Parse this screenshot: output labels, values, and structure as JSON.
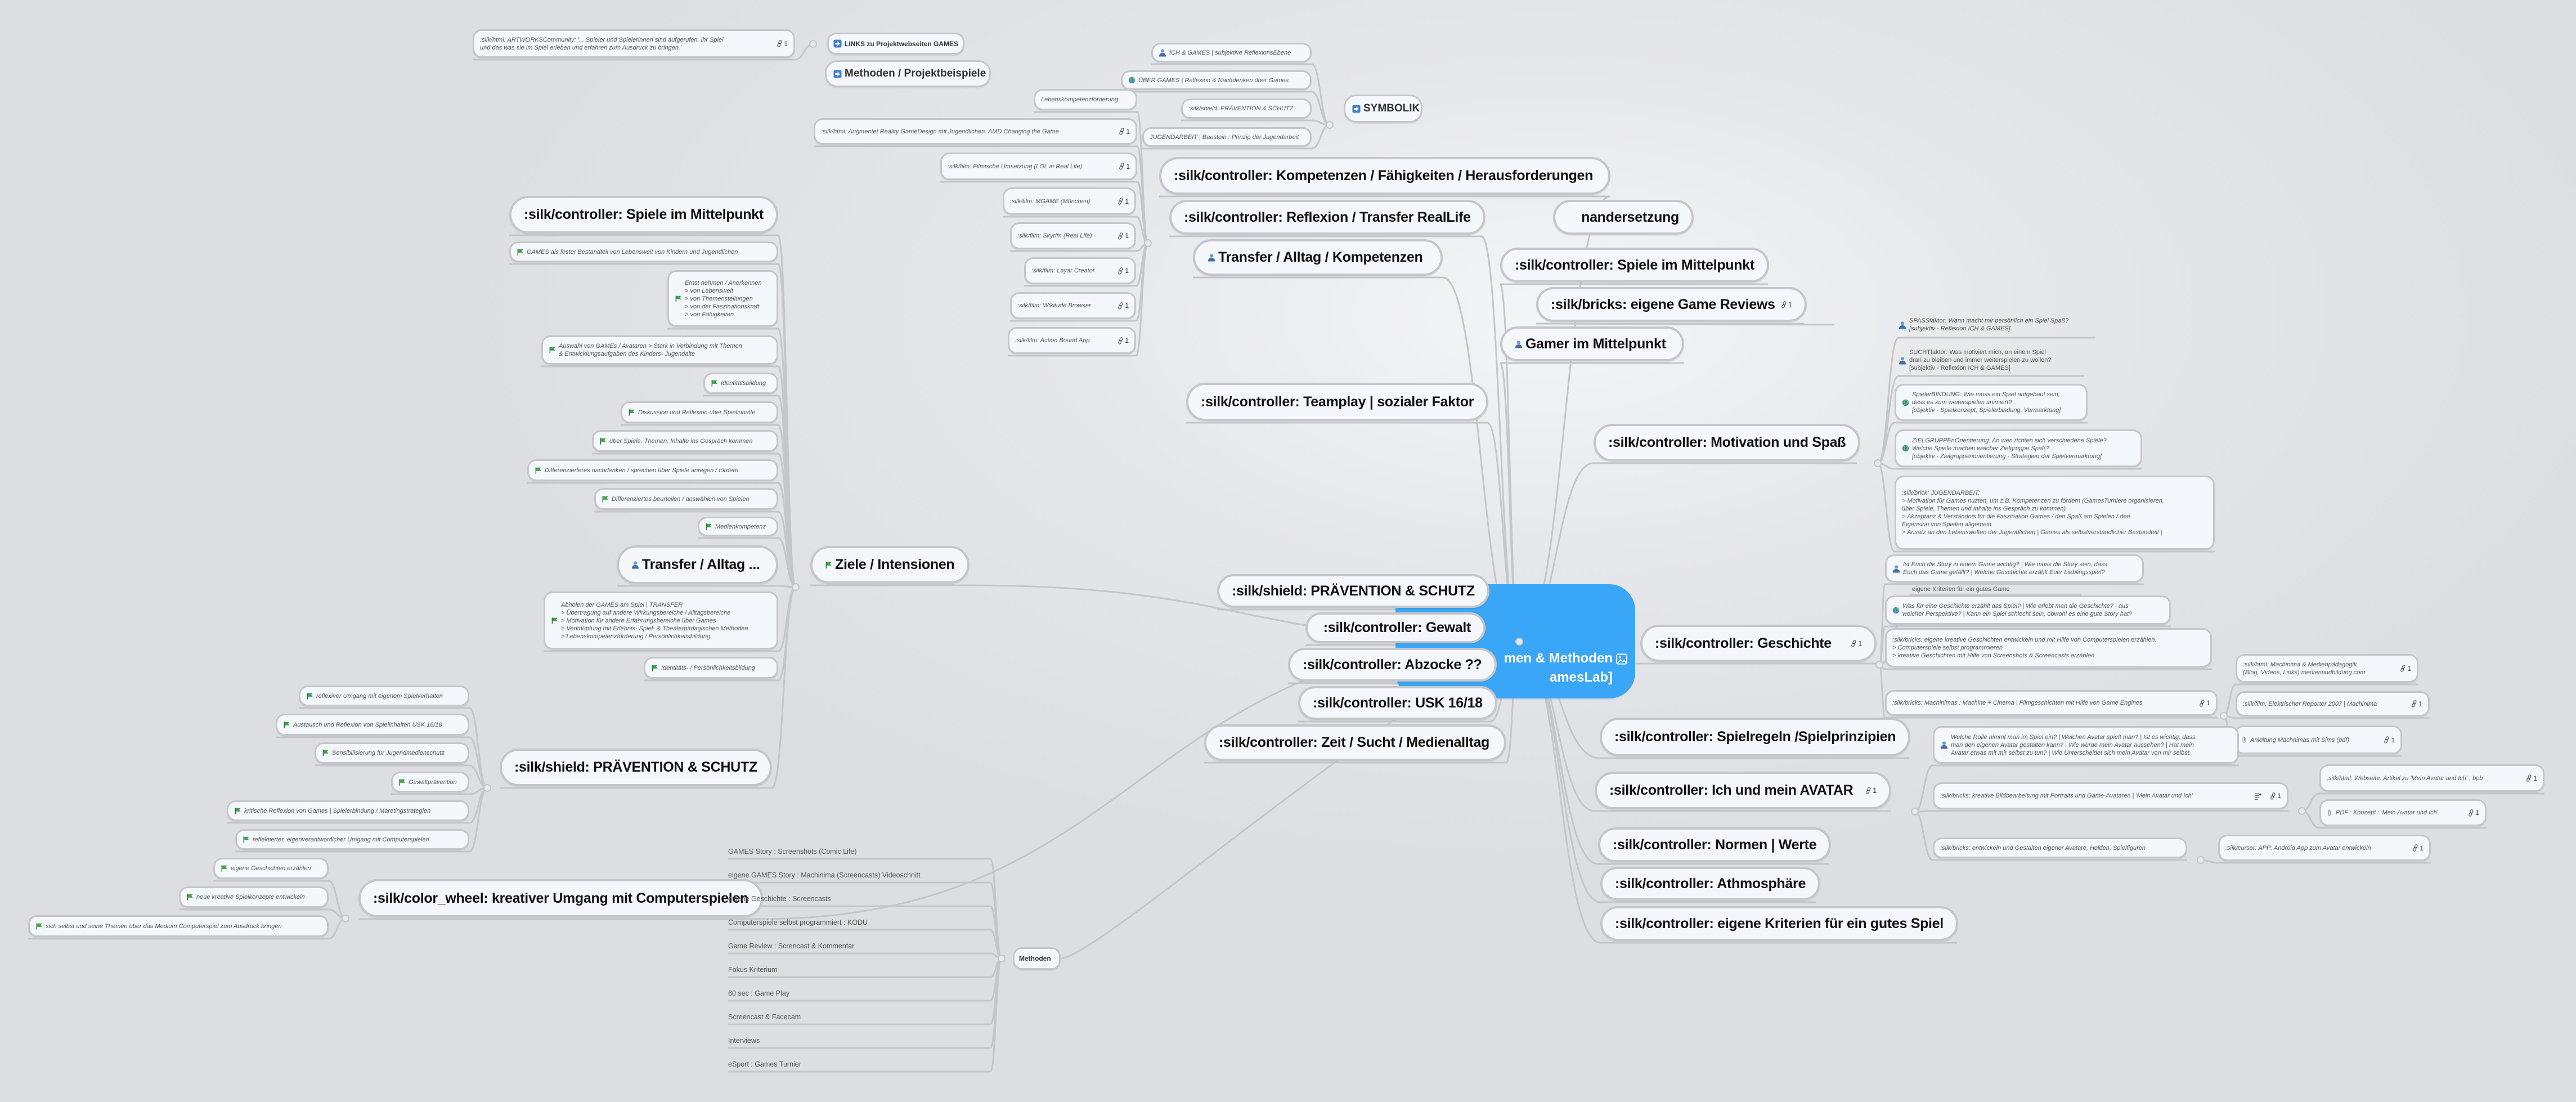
{
  "colors": {
    "central": "#3aa6f8",
    "node_bg": "#f4f8fd",
    "node_border": "#c4c6ca",
    "background": "#dcdee2",
    "flag": "#43a047",
    "person": "#4d7fb5",
    "connector": "#c4c6ca"
  },
  "central_topic": {
    "line1": "men & Methoden",
    "line2": "amesLab]",
    "icon": "image-icon"
  },
  "top_left": {
    "artworks": {
      "text": ":silk/html: ARTWORKSCommunity: '... Spieler und Spielerinnen sind aufgerufen, ihr Spiel\nund das was sie im Spiel erleben und erfahren zum Ausdruck zu bringen.'",
      "links": "1"
    },
    "links_projekt": {
      "text": "LINKS zu Projektwebseiten GAMES",
      "icon": "arrow-box-icon"
    },
    "methoden_projekt": {
      "text": "Methoden / Projektbeispiele",
      "icon": "arrow-box-icon"
    }
  },
  "symbolik": {
    "label": {
      "text": "SYMBOLIK",
      "icon": "arrow-box-icon"
    },
    "items": [
      {
        "text": "ICH & GAMES | subjektive ReflexionsEbene",
        "icon": "person-icon"
      },
      {
        "text": "ÜBER GAMES | Reflexion & Nachdenken über Games",
        "icon": "globe-icon"
      },
      {
        "text": ":silk/shield: PRÄVENTION & SCHUTZ"
      },
      {
        "text": "JUGENDARBEIT | Baustein : Prinzip der Jugendarbeit"
      }
    ]
  },
  "kompetenzen": {
    "topic": {
      "text": ":silk/controller: Kompetenzen / Fähigkeiten / Herausforderungen"
    },
    "children": [
      {
        "text": "Lebenskompetenzförderung"
      },
      {
        "text": ":silk/html: Augmentet Reality GameDesign mit Jugendlichen. AMD Changing the Game",
        "links": "1"
      },
      {
        "text": ":silk/film: Filmische Umsetzung (LOL in Real Life)",
        "links": "1"
      },
      {
        "text": ":silk/film: MGAME (München)",
        "links": "1"
      },
      {
        "text": ":silk/film: Skyrim (Real Life)",
        "links": "1"
      },
      {
        "text": ":silk/film: Layar Creator",
        "links": "1"
      },
      {
        "text": ":silk/film: Wikitude Browser",
        "links": "1"
      },
      {
        "text": ":silk/film: Action Bound App",
        "links": "1"
      }
    ]
  },
  "center_left": {
    "auseinandersetzung": {
      "text": "nandersetzung"
    },
    "reflexion": {
      "text": ":silk/controller: Reflexion / Transfer RealLife"
    },
    "transfer_kompetenzen": {
      "text": "Transfer / Alltag / Kompetenzen",
      "icon": "person-icon"
    },
    "teamplay": {
      "text": ":silk/controller: Teamplay | sozialer Faktor"
    },
    "zeit": {
      "text": ":silk/controller: Zeit / Sucht / Medienalltag"
    },
    "abzocke": {
      "text": ":silk/controller: Abzocke ??"
    },
    "usk": {
      "text": ":silk/controller: USK 16/18"
    },
    "gewalt": {
      "text": ":silk/controller: Gewalt"
    },
    "praevention": {
      "text": ":silk/shield: PRÄVENTION & SCHUTZ"
    }
  },
  "ziele": {
    "topic": {
      "text": "Ziele / Intensionen",
      "icon": "flag-icon"
    },
    "spiele_im_mittelpunkt": {
      "text": ":silk/controller: Spiele im Mittelpunkt"
    },
    "spiele_items": [
      {
        "text": "GAMES als fester Bestandteil von Lebenswelt von Kindern und Jugendlichen",
        "icon": "flag-icon"
      },
      {
        "text": "Ernst nehmen / Anerkennen\n  > von Lebenswelt\n  > von Themenstellungen\n  > von der Faszinationskraft\n  > von Fähigkeiten",
        "icon": "flag-icon"
      },
      {
        "text": "Auswahl von GAMEs / Avataren > Stark in Verbindung mit Themen\n& Entwicklungsaufgaben  des Kinders- Jugendalte",
        "icon": "flag-icon"
      },
      {
        "text": "Identitätsbildung",
        "icon": "flag-icon"
      },
      {
        "text": "Diskussion und Reflexion über Spielinhalte",
        "icon": "flag-icon"
      },
      {
        "text": "über Spiele, Themen, Inhalte ins Gespräch kommen",
        "icon": "flag-icon"
      },
      {
        "text": "Differenzierteres nachdenken / sprechen über Spiele anregen / fördern",
        "icon": "flag-icon"
      },
      {
        "text": "Differenziertes beurteilen / auswählen von Spielen",
        "icon": "flag-icon"
      },
      {
        "text": "Medienkompetenz",
        "icon": "flag-icon"
      }
    ],
    "transfer_alltag": {
      "text": "Transfer / Alltag ...",
      "icon": "person-icon"
    },
    "transfer_items": [
      {
        "text": "Abholen der GAMES am Spiel | TRANSFER\n> Übertragung auf andere Wirkungsbereiche / Alltagsbereiche\n> Motivation für andere Erfahrungsbereiche über Games\n> Verknüpfung mit Erlebnis- Spiel- & Theaterpädagischen Methoden\n> Lebenskompetenzförderung / Persönlichkeitsbildung",
        "icon": "flag-icon"
      },
      {
        "text": "Identitäts- / Persönlichkeitsbildung",
        "icon": "flag-icon"
      }
    ],
    "praevention": {
      "text": ":silk/shield: PRÄVENTION & SCHUTZ"
    },
    "praevention_items": [
      {
        "text": "reflexiver Umgang mit eigenem Spielverhalten",
        "icon": "flag-icon"
      },
      {
        "text": "Austausch und Reflexion von Spielinhalten USK 16/18",
        "icon": "flag-icon"
      },
      {
        "text": "Sensibilisierung für Jugendmedienschutz",
        "icon": "flag-icon"
      },
      {
        "text": "Gewaltprävention",
        "icon": "flag-icon"
      },
      {
        "text": "kritische Reflexion von Games | Spielerbindung / Maretingstrategien",
        "icon": "flag-icon"
      },
      {
        "text": "reflektierter, eigenverantwortlicher Umgang mit Computerspielen",
        "icon": "flag-icon"
      }
    ]
  },
  "kreativ": {
    "topic": {
      "text": ":silk/color_wheel: kreativer Umgang mit Computerspielen"
    },
    "items": [
      {
        "text": "eigene Geschichten erzählen",
        "icon": "flag-icon"
      },
      {
        "text": "neue kreative Spielkonzepte entwickeln",
        "icon": "flag-icon"
      },
      {
        "text": "sich selbst und seine Themen über das Medium Computerspiel zum Ausdruck bringen",
        "icon": "flag-icon"
      }
    ]
  },
  "methoden": {
    "label": {
      "text": "Methoden"
    },
    "items": [
      {
        "text": "GAMES Story : Screenshots (Comic Life)"
      },
      {
        "text": "eigene GAMES Story : Machinima (Screencasts) Videoschnitt"
      },
      {
        "text": "eigene Geschichte : Screencasts"
      },
      {
        "text": "Computerspiele selbst programmiert : KODU"
      },
      {
        "text": "Game Review : Screncast & Kommentar"
      },
      {
        "text": "Fokus Kriterium"
      },
      {
        "text": "60 sec : Game Play"
      },
      {
        "text": "Screencast & Facecam"
      },
      {
        "text": "Interviews"
      },
      {
        "text": "eSport : Games Turnier"
      }
    ]
  },
  "right": {
    "spiele_im_mittelpunkt": {
      "text": ":silk/controller: Spiele im Mittelpunkt"
    },
    "game_reviews": {
      "text": ":silk/bricks: eigene Game Reviews",
      "links": "1"
    },
    "gamer": {
      "text": "Gamer im Mittelpunkt",
      "icon": "person-icon"
    },
    "motivation": {
      "text": ":silk/controller: Motivation und Spaß"
    },
    "motivation_items": [
      {
        "text": "SPASSfaktor: Wann macht mir persönlich ein Spiel Spaß?\n[subjektiv - Reflexion ICH & GAMES]",
        "icon": "person-icon"
      },
      {
        "text": "SUCHTfaktor: Was motiviert mich, an einem Spiel\ndran zu bleiben und immer weiterspielen zu wollen?\n[subjektiv - Reflexion ICH & GAMES]",
        "icon": "person-icon"
      },
      {
        "text": "SpielerBINDUNG: Wie muss ein Spiel aufgebaut sein,\ndass es zum weiterspielen animiert?\n[objektiv - Spielkonzept, Spielerbindung, Vermarktung]",
        "icon": "globe-icon"
      },
      {
        "text": "ZIELGRUPPEnOrientierung: An wen richten sich verschiedene Spiele?\nWelche Spiele machen welcher Zielgruppe Spaß?\n[objektiv - Zielgruppenorientierung - Strategien der Spielvermarktung]",
        "icon": "globe-icon"
      },
      {
        "text": ":silk/brick: JUGENDARBEIT:\n> Motivation für Games nuzten, um z.B. Kompetenzen zu fördern (GamesTurniere organisieren,\nüber Spiele, Themen und Inhalte ins Gespräch zu kommen)\n> Akzeptanz & Verständnis für die Faszination Games / den Spaß am Spielen / den\nEigensinn von Spielen allgemein\n> Ansatz an den Lebenswelten der Jugendlichen | Games als selbstverständlicher Bestandteil |"
      }
    ],
    "geschichte": {
      "text": ":silk/controller: Geschichte",
      "links": "1"
    },
    "geschichte_items": [
      {
        "text": "Ist Euch die Story in einem Game wichtig? | Wie muss die Story sein, dass\nEuch das Game gefällt? | Welche Geschichte erzählt Euer Lieblingsspiel?",
        "icon": "person-icon"
      },
      {
        "text": "eigene Kriterien für ein gutes Game"
      },
      {
        "text": "Was für eine Geschichte erzählt das Spiel? | Wie erlebt man die Geschichte? | aus\nwelcher Perspektive? | Kann ein Spiel schlecht sein, obwohl es eine gute Story hat?",
        "icon": "globe-icon"
      },
      {
        "text": ":silk/bricks: eigene kreative Geschichten entwickeln und mit Hilfe von Computerspielen erzählen.\n> Computerspiele selbst programmieren\n> kreative Geschichten mit Hilfe von Screenshots & Screencasts erzählen"
      },
      {
        "text": ":silk/bricks: Machinimas : Machine + Cinema | Filmgeschichten mit Hilfe von Game Engines",
        "links": "1"
      }
    ],
    "machinima_items": [
      {
        "text": ":silk/html: Machinima & Medienpädagogik\n(Blog, Videos, Links) medienundbildung.com",
        "links": "1"
      },
      {
        "text": ":silk/film: Elektrischer Reporter 2007 | Machinima",
        "links": "1"
      },
      {
        "text": "Anleitung Machnimas mit Sims (pdf)",
        "links": "1",
        "icon": "paperclip-icon"
      }
    ],
    "spielregeln": {
      "text": ":silk/controller: Spielregeln /Spielprinzipien"
    },
    "avatar": {
      "text": ":silk/controller: Ich und mein AVATAR",
      "links": "1"
    },
    "avatar_items": [
      {
        "text": "Welche Rolle nimmt man im Spiel ein? | Welchen Avatar spielt man? | Ist es wichtig, dass\nman den eigenen Avatar gestalten kann? | Wie würde mein Avatar aussehen? | Hat mein\nAvatar etwas mit mir selbst zu tun? | Wie Unterscheidet sich mein Avatar von mir selbst.",
        "icon": "person-icon"
      },
      {
        "text": ":silk/bricks: kreative Bildbearbeitung mit Portraits und Game-Avataren | 'Mein Avatar und Ich'",
        "links": "1",
        "icon2": "note-icon"
      },
      {
        "text": ":silk/bricks: entwickeln und Gestalten eigener Avatare, Helden, Spielfiguren"
      }
    ],
    "bildbearbeitung_items": [
      {
        "text": ":silk/html: Webseite: Artikel zu 'Mein Avatar und Ich' : bpb",
        "links": "1"
      },
      {
        "text": "PDF : Konzept : 'Mein Avatar und Ich'",
        "links": "1",
        "icon": "paperclip-icon"
      }
    ],
    "entwickeln_items": [
      {
        "text": ":silk/cursor: APP: Android App zum Avatar entwickeln",
        "links": "1"
      }
    ],
    "normen": {
      "text": ":silk/controller: Normen | Werte"
    },
    "athmosphaere": {
      "text": ":silk/controller: Athmosphäre"
    },
    "kriterien": {
      "text": ":silk/controller: eigene Kriterien für ein gutes Spiel"
    }
  }
}
